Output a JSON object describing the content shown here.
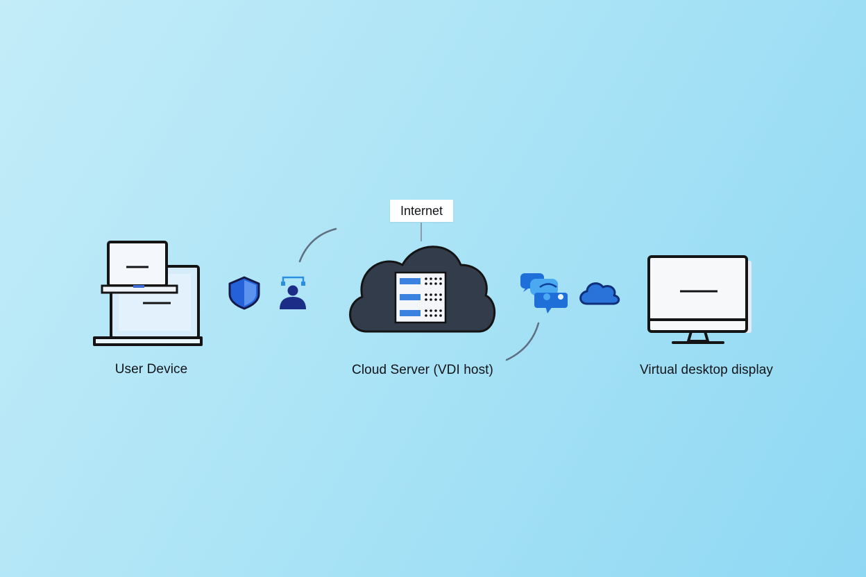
{
  "labels": {
    "user_device": "User Device",
    "cloud_server": "Cloud Server (VDI host)",
    "virtual_display": "Virtual desktop display",
    "internet": "Internet"
  },
  "icons": [
    "laptop-icon",
    "shield-icon",
    "user-icon",
    "cloud-icon",
    "server-icon",
    "chat-bubbles-icon",
    "small-cloud-icon",
    "monitor-icon"
  ],
  "colors": {
    "background_start": "#c3ecf8",
    "background_end": "#8fd8f3",
    "cloud_fill": "#323c4b",
    "accent_blue": "#2a73d9",
    "navy": "#1b2d86",
    "outline": "#141414"
  }
}
